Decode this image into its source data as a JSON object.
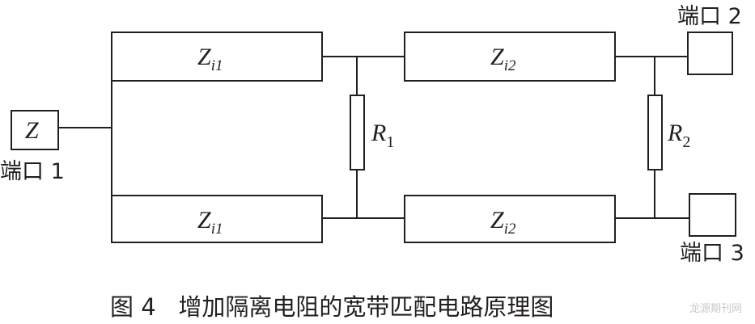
{
  "port1": {
    "label": "端口 1",
    "box": "Z"
  },
  "port2": {
    "label": "端口 2"
  },
  "port3": {
    "label": "端口 3"
  },
  "lines": {
    "upper_left": {
      "main": "Z",
      "sub": "i1"
    },
    "lower_left": {
      "main": "Z",
      "sub": "i1"
    },
    "upper_right": {
      "main": "Z",
      "sub": "i2"
    },
    "lower_right": {
      "main": "Z",
      "sub": "i2"
    }
  },
  "resistors": {
    "r1": {
      "main": "R",
      "sub": "1"
    },
    "r2": {
      "main": "R",
      "sub": "2"
    }
  },
  "caption": "图 4   增加隔离电阻的宽带匹配电路原理图",
  "watermark": "龙源期刊网"
}
